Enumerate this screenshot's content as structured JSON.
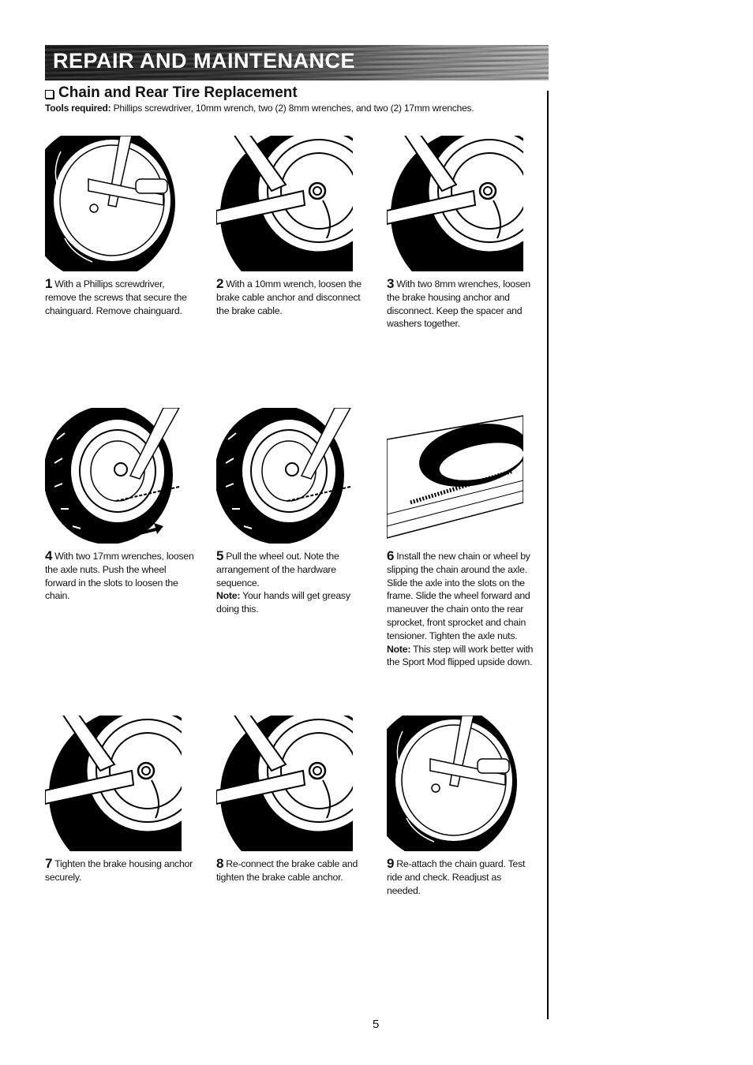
{
  "header": {
    "banner_title": "REPAIR AND MAINTENANCE"
  },
  "section": {
    "title": "Chain and Rear Tire Replacement",
    "checkbox_icon": "square-checkbox-icon",
    "tools_label": "Tools required:",
    "tools_text": " Phillips screwdriver, 10mm wrench, two (2) 8mm wrenches,  and two (2) 17mm wrenches."
  },
  "steps": [
    {
      "number": "1",
      "text": "With a Phillips screwdriver, remove the screws that secure the chainguard. Remove chainguard.",
      "illustration": "chainguard-screwdriver-illustration"
    },
    {
      "number": "2",
      "text": "With a 10mm wrench, loosen the brake cable anchor and disconnect the brake cable.",
      "illustration": "brake-cable-wrench-illustration"
    },
    {
      "number": "3",
      "text": "With two 8mm wrenches, loosen the brake housing anchor and disconnect. Keep the spacer and washers together.",
      "illustration": "brake-housing-wrenches-illustration"
    },
    {
      "number": "4",
      "text": "With two 17mm wrenches, loosen the axle nuts. Push the wheel forward in the slots to loosen the chain.",
      "illustration": "axle-nut-wrench-arrow-illustration"
    },
    {
      "number": "5",
      "text": "Pull the wheel out. Note the arrangement of the hardware sequence.",
      "note_label": "Note:",
      "note_text": " Your hands will get greasy doing this.",
      "illustration": "wheel-removal-chain-illustration"
    },
    {
      "number": "6",
      "text": "Install the new chain or wheel by slipping the chain around the axle. Slide the axle into the slots on the frame. Slide the wheel forward and maneuver the chain onto the rear sprocket, front sprocket and chain tensioner. Tighten the axle nuts.",
      "note_label": "Note:",
      "note_text": " This step will work better with the Sport Mod flipped upside down.",
      "illustration": "upside-down-sprocket-illustration"
    },
    {
      "number": "7",
      "text": "Tighten the brake housing anchor securely.",
      "illustration": "brake-housing-tighten-illustration"
    },
    {
      "number": "8",
      "text": "Re-connect the brake cable and tighten the brake cable anchor.",
      "illustration": "brake-cable-reconnect-illustration"
    },
    {
      "number": "9",
      "text": "Re-attach the chain guard. Test ride and check. Readjust as needed.",
      "illustration": "chainguard-reattach-illustration"
    }
  ],
  "footer": {
    "page_number": "5"
  }
}
